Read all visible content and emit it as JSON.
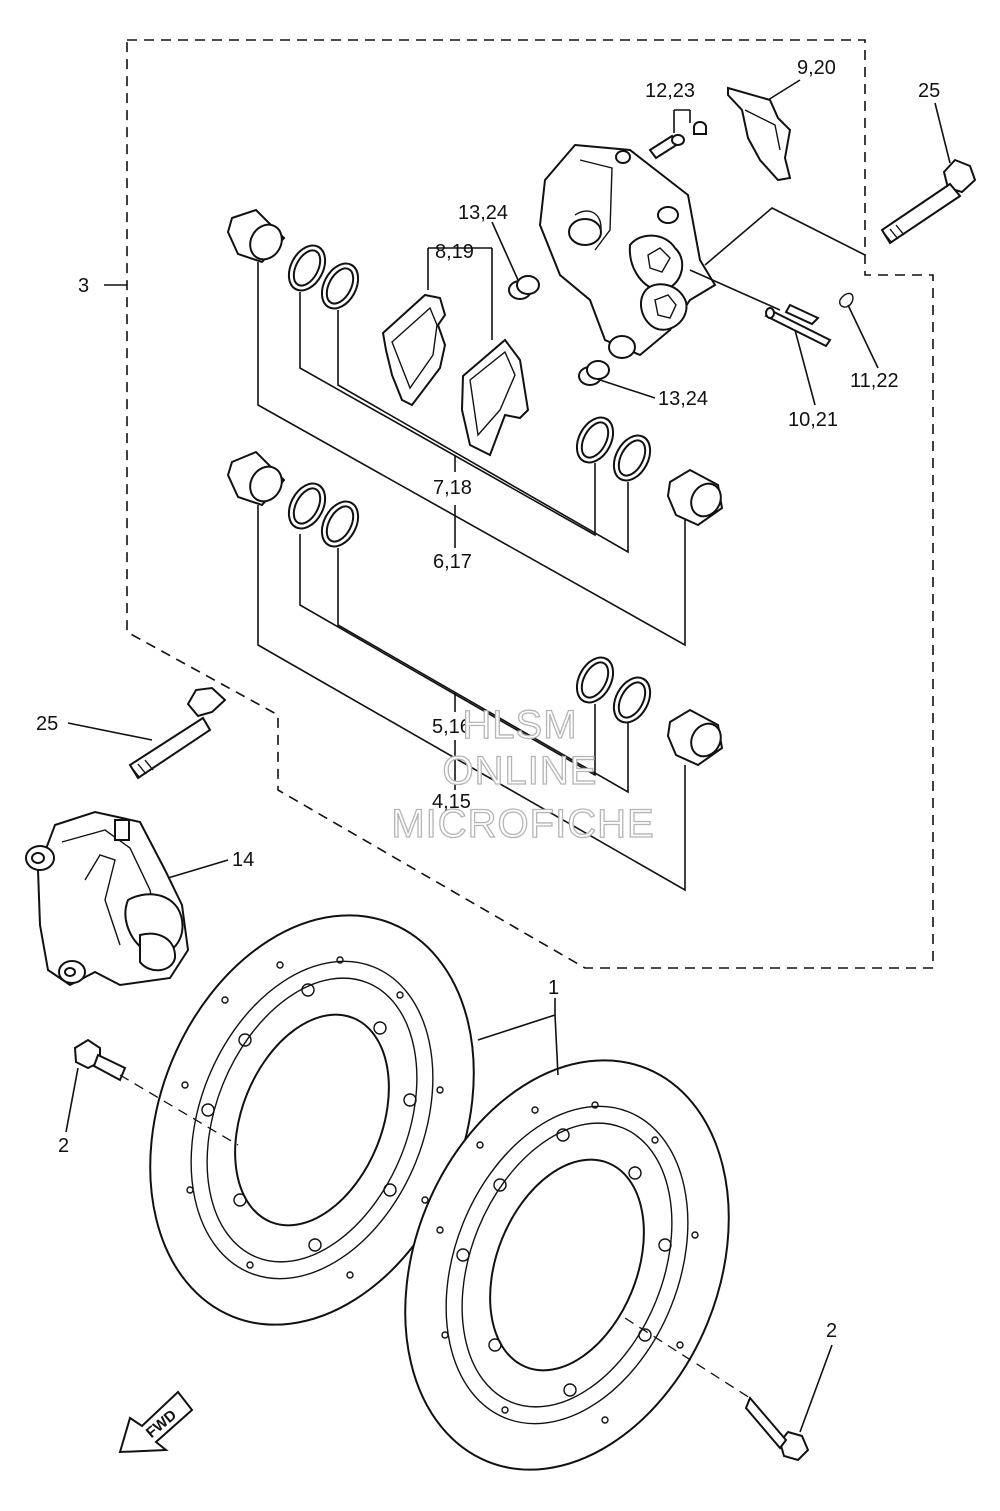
{
  "callouts": {
    "c1": "1",
    "c2a": "2",
    "c2b": "2",
    "c3": "3",
    "c4": "4,15",
    "c5": "5,16",
    "c6": "6,17",
    "c7": "7,18",
    "c8": "8,19",
    "c9": "9,20",
    "c10": "10,21",
    "c11": "11,22",
    "c12": "12,23",
    "c13a": "13,24",
    "c13b": "13,24",
    "c14": "14",
    "c25a": "25",
    "c25b": "25"
  },
  "watermark": {
    "line1": "HLSM",
    "line2": "ONLINE",
    "line3": "MICROFICHE"
  },
  "fwd_label": "FWD"
}
